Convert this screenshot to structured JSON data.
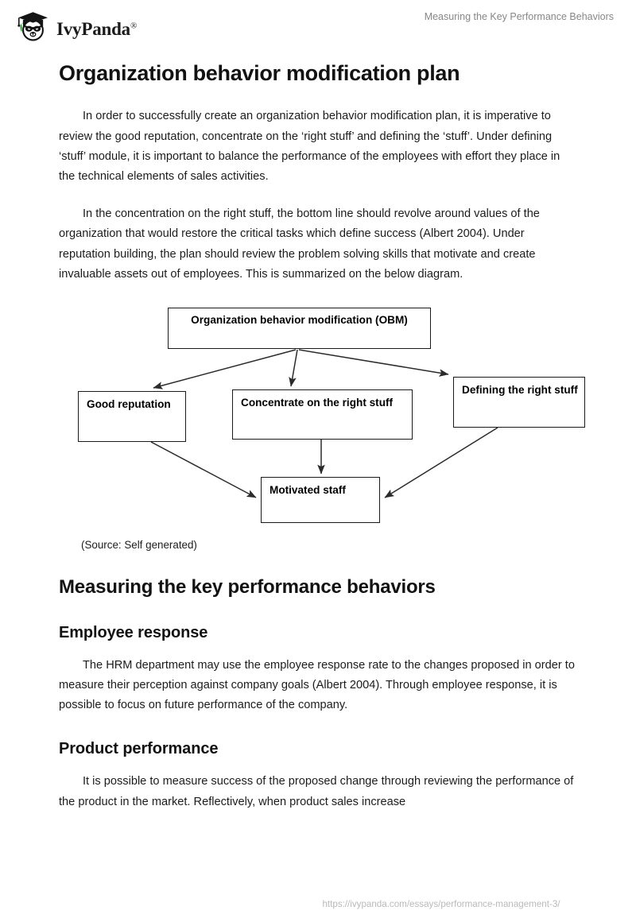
{
  "header": {
    "brand_name": "IvyPanda",
    "brand_registered_mark": "®",
    "running_title": "Measuring the Key Performance Behaviors",
    "logo_icon": "panda-graduate-logo-icon",
    "leaf_color": "#4CAF50"
  },
  "document": {
    "h1": "Organization behavior modification plan",
    "paragraph_1": "In order to successfully create an organization behavior modification plan, it is imperative to review the good reputation, concentrate on the ‘right stuff’ and defining the ‘stuff’. Under defining ‘stuff’ module, it is important to balance the performance of the employees with effort they place in the technical elements of sales activities.",
    "paragraph_2": "In the concentration on the right stuff, the bottom line should revolve around values of the organization that would restore the critical tasks which define success (Albert 2004). Under reputation building, the plan should review the problem solving skills that motivate and create invaluable assets out of employees. This is summarized on the below diagram.",
    "figure_caption": "(Source: Self generated)",
    "h2": "Measuring the key performance behaviors",
    "section_1": {
      "heading": "Employee response",
      "paragraph": "The HRM department may use the employee response rate to the changes proposed in order to measure their perception against company goals (Albert 2004). Through employee response, it is possible to focus on future performance of the company."
    },
    "section_2": {
      "heading": "Product performance",
      "paragraph": "It is possible to measure success of the proposed change through reviewing the performance of the product in the market. Reflectively, when product sales increase"
    }
  },
  "diagram": {
    "type": "flowchart",
    "nodes": [
      {
        "id": "obm",
        "label": "Organization behavior modification (OBM)"
      },
      {
        "id": "good_reputation",
        "label": "Good reputation"
      },
      {
        "id": "concentrate",
        "label": "Concentrate on the right stuff"
      },
      {
        "id": "defining",
        "label": "Defining the right stuff"
      },
      {
        "id": "motivated",
        "label": "Motivated staff"
      }
    ],
    "edges": [
      {
        "from": "obm",
        "to": "good_reputation"
      },
      {
        "from": "obm",
        "to": "concentrate"
      },
      {
        "from": "obm",
        "to": "defining"
      },
      {
        "from": "good_reputation",
        "to": "motivated"
      },
      {
        "from": "concentrate",
        "to": "motivated"
      },
      {
        "from": "defining",
        "to": "motivated"
      }
    ],
    "box_border_color": "#1a1a1a",
    "arrow_color": "#2b2b2b"
  },
  "footer": {
    "url": "https://ivypanda.com/essays/performance-management-3/"
  }
}
